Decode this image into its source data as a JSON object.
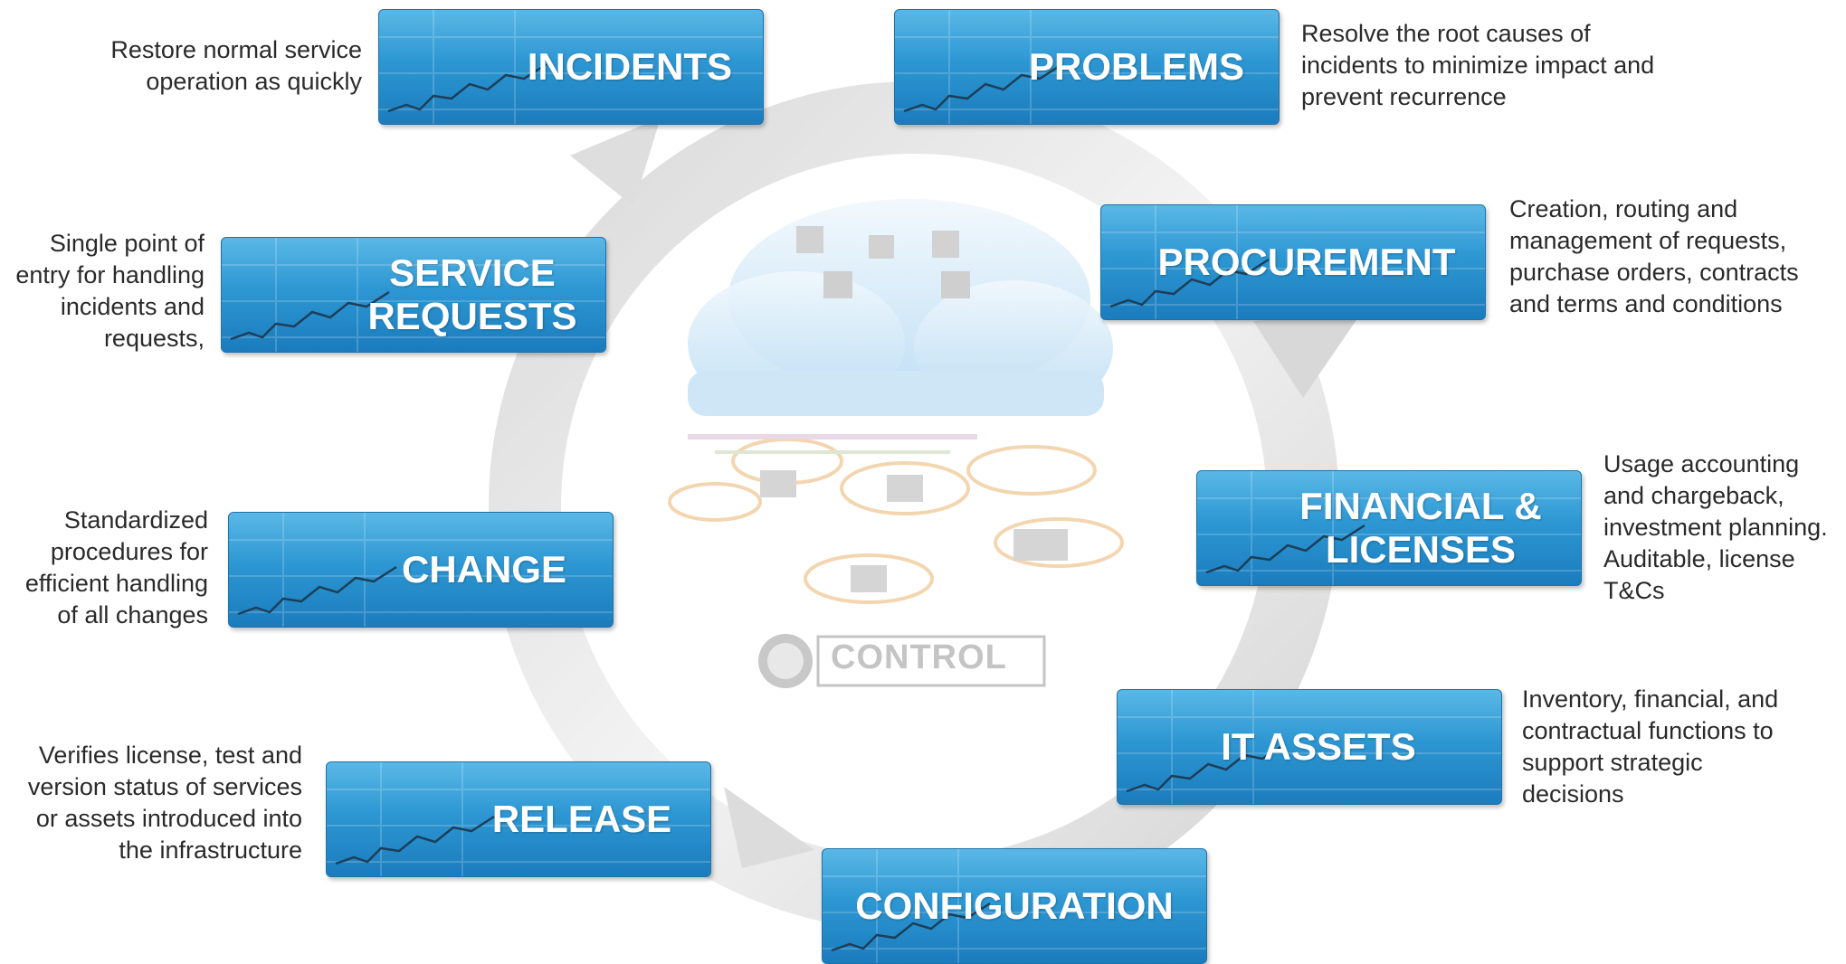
{
  "center": {
    "label": "CONTROL"
  },
  "stages": {
    "incidents": {
      "title": "INCIDENTS",
      "desc": "Restore normal service operation as quickly"
    },
    "problems": {
      "title": "PROBLEMS",
      "desc": "Resolve the root causes of incidents to minimize impact and prevent recurrence"
    },
    "procurement": {
      "title": "PROCUREMENT",
      "desc": "Creation, routing and management of requests, purchase orders, contracts and terms and conditions"
    },
    "financial": {
      "title": "FINANCIAL & LICENSES",
      "desc": "Usage accounting and chargeback, investment planning. Auditable, license T&Cs"
    },
    "it_assets": {
      "title": "IT ASSETS",
      "desc": "Inventory, financial, and contractual functions  to support strategic decisions"
    },
    "configuration": {
      "title": "CONFIGURATION",
      "desc": ""
    },
    "release": {
      "title": "RELEASE",
      "desc": "Verifies license, test and version status of services or assets introduced into the infrastructure"
    },
    "change": {
      "title": "CHANGE",
      "desc": "Standardized procedures for efficient handling of all changes"
    },
    "service_requests": {
      "title": "SERVICE REQUESTS",
      "desc": "Single point of entry for handling incidents and requests,"
    }
  },
  "colors": {
    "card_top": "#5ab8e6",
    "card_bottom": "#1b7cbd",
    "ring": "#e4e4e4",
    "text": "#2a2a2a"
  }
}
